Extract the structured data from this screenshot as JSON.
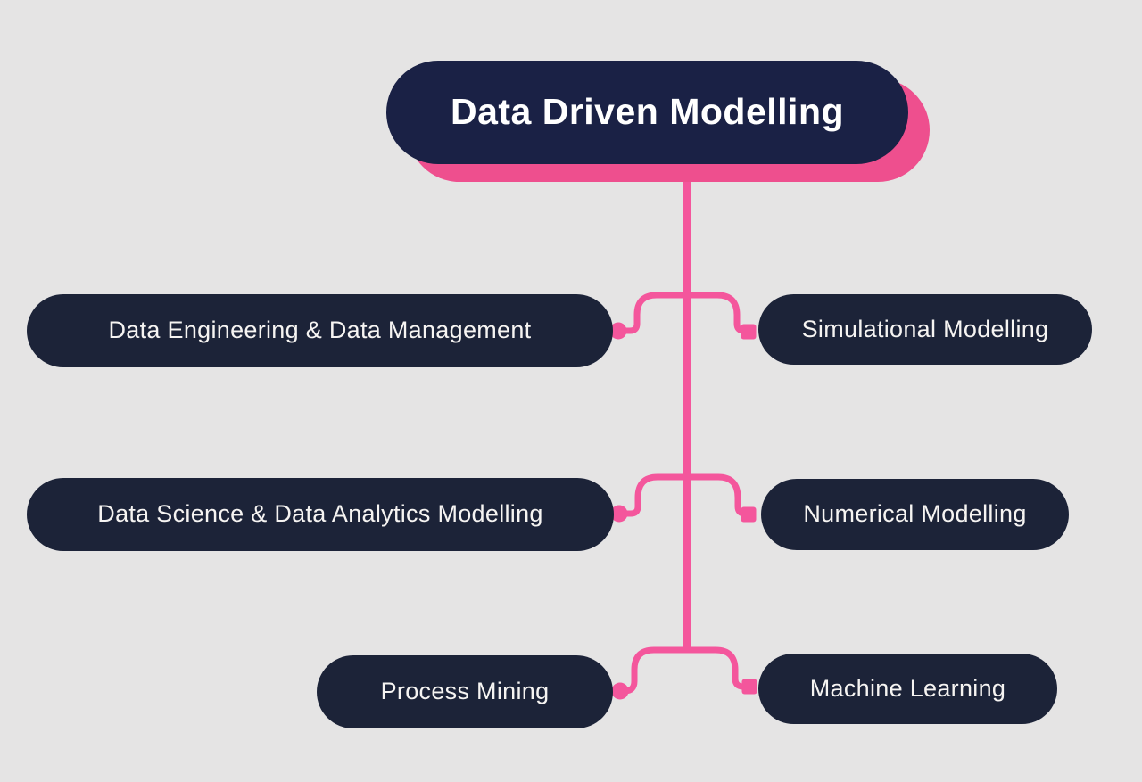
{
  "title": {
    "label": "Data Driven Modelling"
  },
  "rows": [
    {
      "left": "Data Engineering & Data Management",
      "right": "Simulational Modelling"
    },
    {
      "left": "Data Science & Data Analytics Modelling",
      "right": "Numerical Modelling"
    },
    {
      "left": "Process Mining",
      "right": "Machine Learning"
    }
  ],
  "colors": {
    "background": "#e5e4e4",
    "node_fill": "#1c2338",
    "title_fill": "#1a2145",
    "shadow_pink": "#ee4f8e",
    "connector_pink": "#f4569c",
    "text": "#f6f4f2"
  }
}
